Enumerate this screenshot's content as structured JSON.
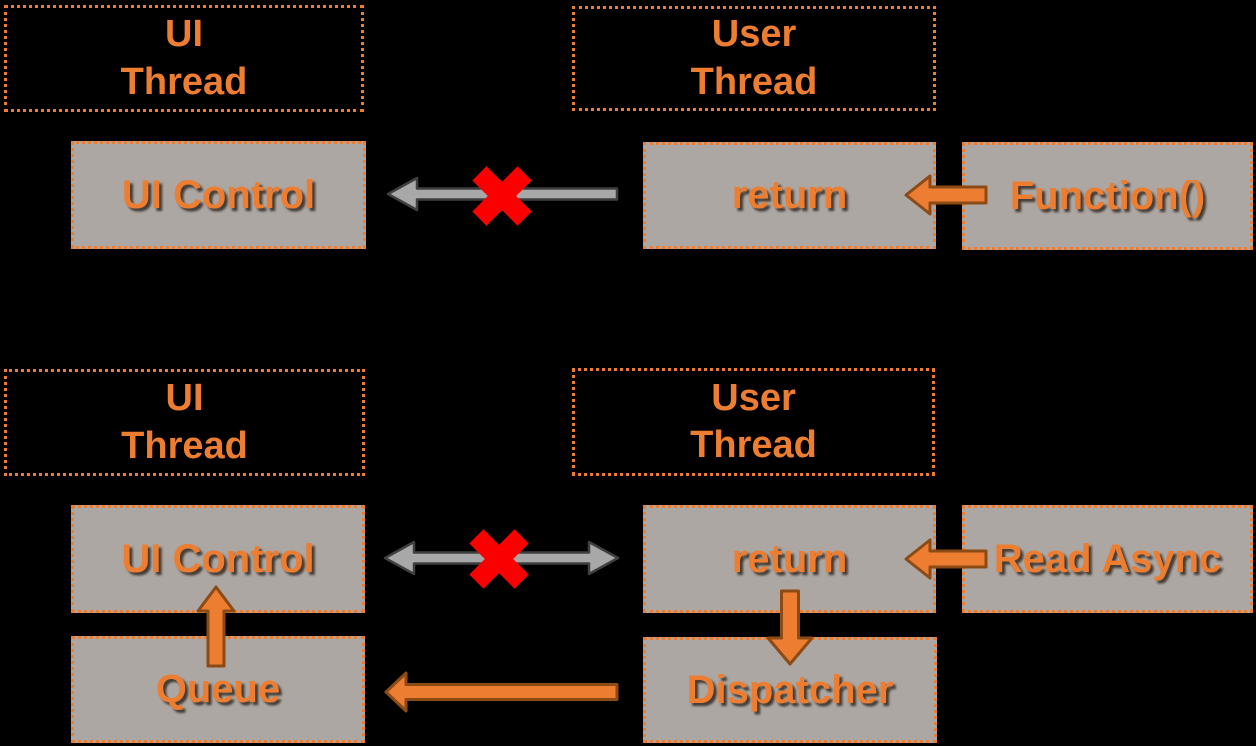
{
  "diagram_title": "UI Thread vs User Thread dispatcher flow",
  "colors": {
    "background": "#000000",
    "accent_orange": "#ED7D31",
    "node_fill_gray": "#ACA7A2",
    "arrow_gray": "#A8A8A8",
    "blocked_red": "#FB0000"
  },
  "sections": [
    {
      "id": "sync",
      "threads": [
        {
          "line1": "UI",
          "line2": "Thread"
        },
        {
          "line1": "User",
          "line2": "Thread"
        }
      ],
      "nodes": {
        "ui_control": "UI Control",
        "return": "return",
        "function": "Function()"
      },
      "arrows": [
        {
          "name": "blocked-return-arrow",
          "from": "return",
          "to": "UI Control",
          "style": "gray",
          "blocked": true
        },
        {
          "name": "function-call-arrow",
          "from": "Function()",
          "to": "return",
          "style": "orange",
          "blocked": false
        }
      ]
    },
    {
      "id": "async",
      "threads": [
        {
          "line1": "UI",
          "line2": "Thread"
        },
        {
          "line1": "User",
          "line2": "Thread"
        }
      ],
      "nodes": {
        "ui_control": "UI Control",
        "return": "return",
        "read_async": "Read Async",
        "queue": "Queue",
        "dispatcher": "Dispatcher"
      },
      "arrows": [
        {
          "name": "blocked-crossthread-arrow",
          "from": "UI Control",
          "to": "return",
          "style": "gray-double",
          "blocked": true
        },
        {
          "name": "read-async-call-arrow",
          "from": "Read Async",
          "to": "return",
          "style": "orange",
          "blocked": false
        },
        {
          "name": "return-to-dispatcher-arrow",
          "from": "return",
          "to": "Dispatcher",
          "style": "orange",
          "blocked": false
        },
        {
          "name": "dispatcher-to-queue-arrow",
          "from": "Dispatcher",
          "to": "Queue",
          "style": "orange",
          "blocked": false
        },
        {
          "name": "queue-to-ui-control-arrow",
          "from": "Queue",
          "to": "UI Control",
          "style": "orange",
          "blocked": false
        }
      ]
    }
  ]
}
